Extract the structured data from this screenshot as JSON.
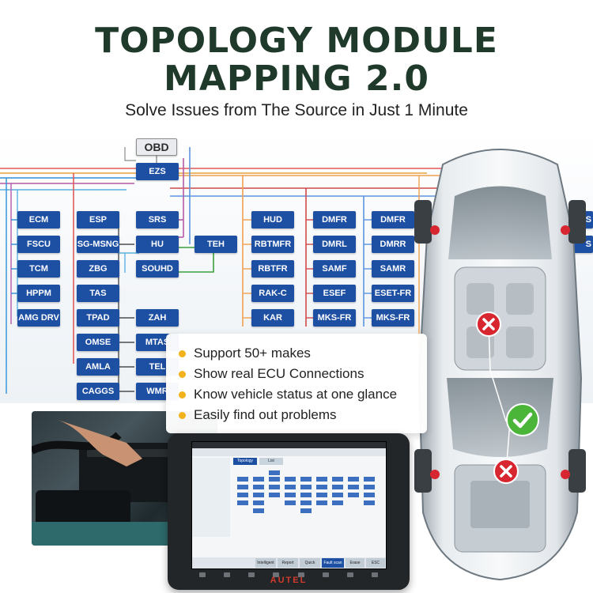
{
  "header": {
    "title_line1": "TOPOLOGY MODULE",
    "title_line2": "MAPPING 2.0",
    "subtitle": "Solve Issues from The Source in Just 1 Minute"
  },
  "topology": {
    "obd": "OBD",
    "ezs": "EZS",
    "col1": [
      "ECM",
      "FSCU",
      "TCM",
      "HPPM",
      "AMG DRV"
    ],
    "col2": [
      "ESP",
      "SG-MSNG",
      "ZBG",
      "TAS",
      "TPAD",
      "OMSE",
      "AMLA",
      "CAGGS"
    ],
    "col3": [
      "SRS",
      "HU",
      "SOUHD",
      "ZAH",
      "MTAS",
      "TEL",
      "WMR"
    ],
    "teh": "TEH",
    "col4": [
      "HUD",
      "RBTMFR",
      "RBTFR",
      "RAK-C",
      "KAR"
    ],
    "col5": [
      "DMFR",
      "DMRL",
      "SAMF",
      "ESEF",
      "MKS-FR"
    ],
    "col6": [
      "DMFR",
      "DMRR",
      "SAMR",
      "ESET-FR",
      "MKS-FR"
    ],
    "edge_right": [
      "KS",
      "S"
    ]
  },
  "features": [
    "Support 50+ makes",
    "Show real ECU Connections",
    "Know vehicle status at one glance",
    "Easily find out problems"
  ],
  "tablet": {
    "tabs": [
      "Topology",
      "List"
    ],
    "brand": "AUTEL",
    "footer_buttons": [
      "Intelligent",
      "Report",
      "Quick Erase",
      "Fault scan",
      "Erase",
      "ESC"
    ]
  },
  "colors": {
    "title": "#1f3a2a",
    "node": "#1d4fa3",
    "bullet": "#f2b21b",
    "fault": "#d7262f",
    "ok": "#4bb53a"
  },
  "icons": {
    "fault": "x-circle-icon",
    "ok": "check-circle-icon"
  }
}
